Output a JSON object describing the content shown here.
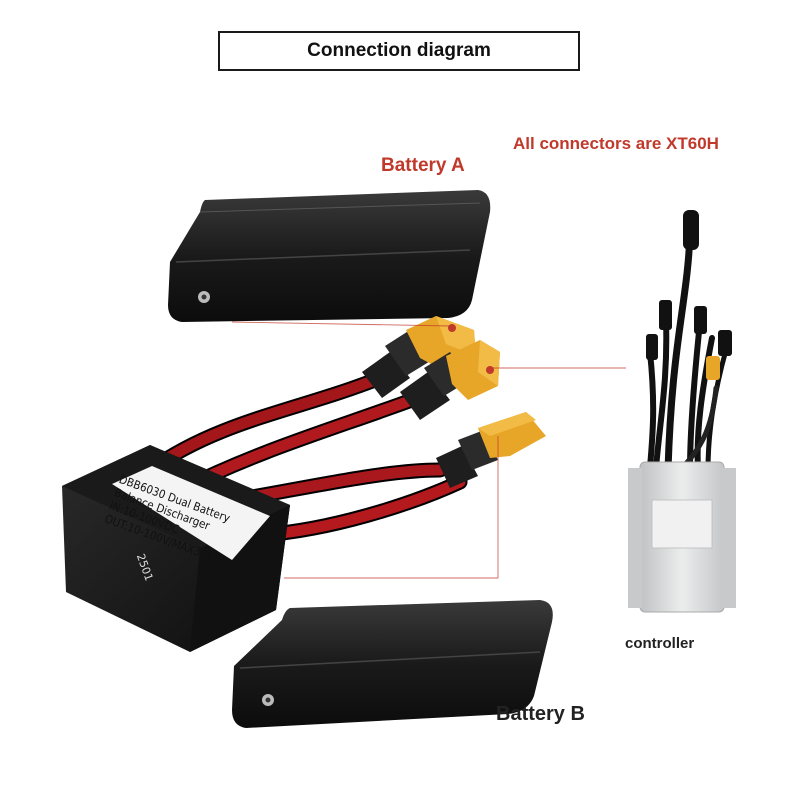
{
  "header": {
    "title": "Connection diagram"
  },
  "labels": {
    "battery_a": "Battery A",
    "battery_b": "Battery B",
    "connectors_note": "All connectors are XT60H",
    "controller": "controller"
  },
  "discharger": {
    "lines": [
      "DBB6030 Dual Battery",
      "Balance Discharger",
      "IN:10-100VDC",
      "OUT:10-100V/MAX30A"
    ],
    "code": "2501"
  },
  "colors": {
    "accent_red": "#c0392b",
    "connector_yellow": "#e8a628",
    "battery_body": "#1c1c1c",
    "cable_red": "#a3161a",
    "controller_silver": "#d9dadb"
  }
}
